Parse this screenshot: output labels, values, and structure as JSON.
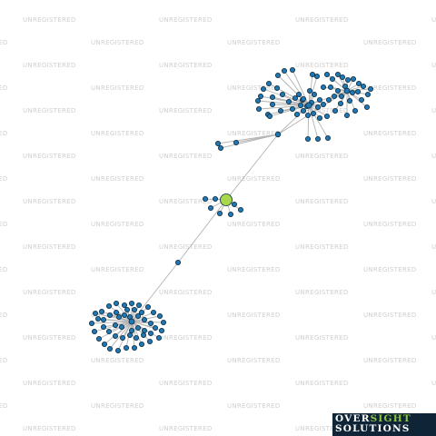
{
  "watermark": {
    "text": "UNREGISTERED",
    "color": "#cfcfcf"
  },
  "logo": {
    "line1_a": "OVER",
    "line1_b": "SIGHT",
    "line2": "SOLUTIONS",
    "background": "#0f2436",
    "accent": "#8dc63f"
  },
  "graph": {
    "node_color": "#1f77b4",
    "focus_node_color": "#a6d84a",
    "edge_color": "#b3b3b3"
  }
}
